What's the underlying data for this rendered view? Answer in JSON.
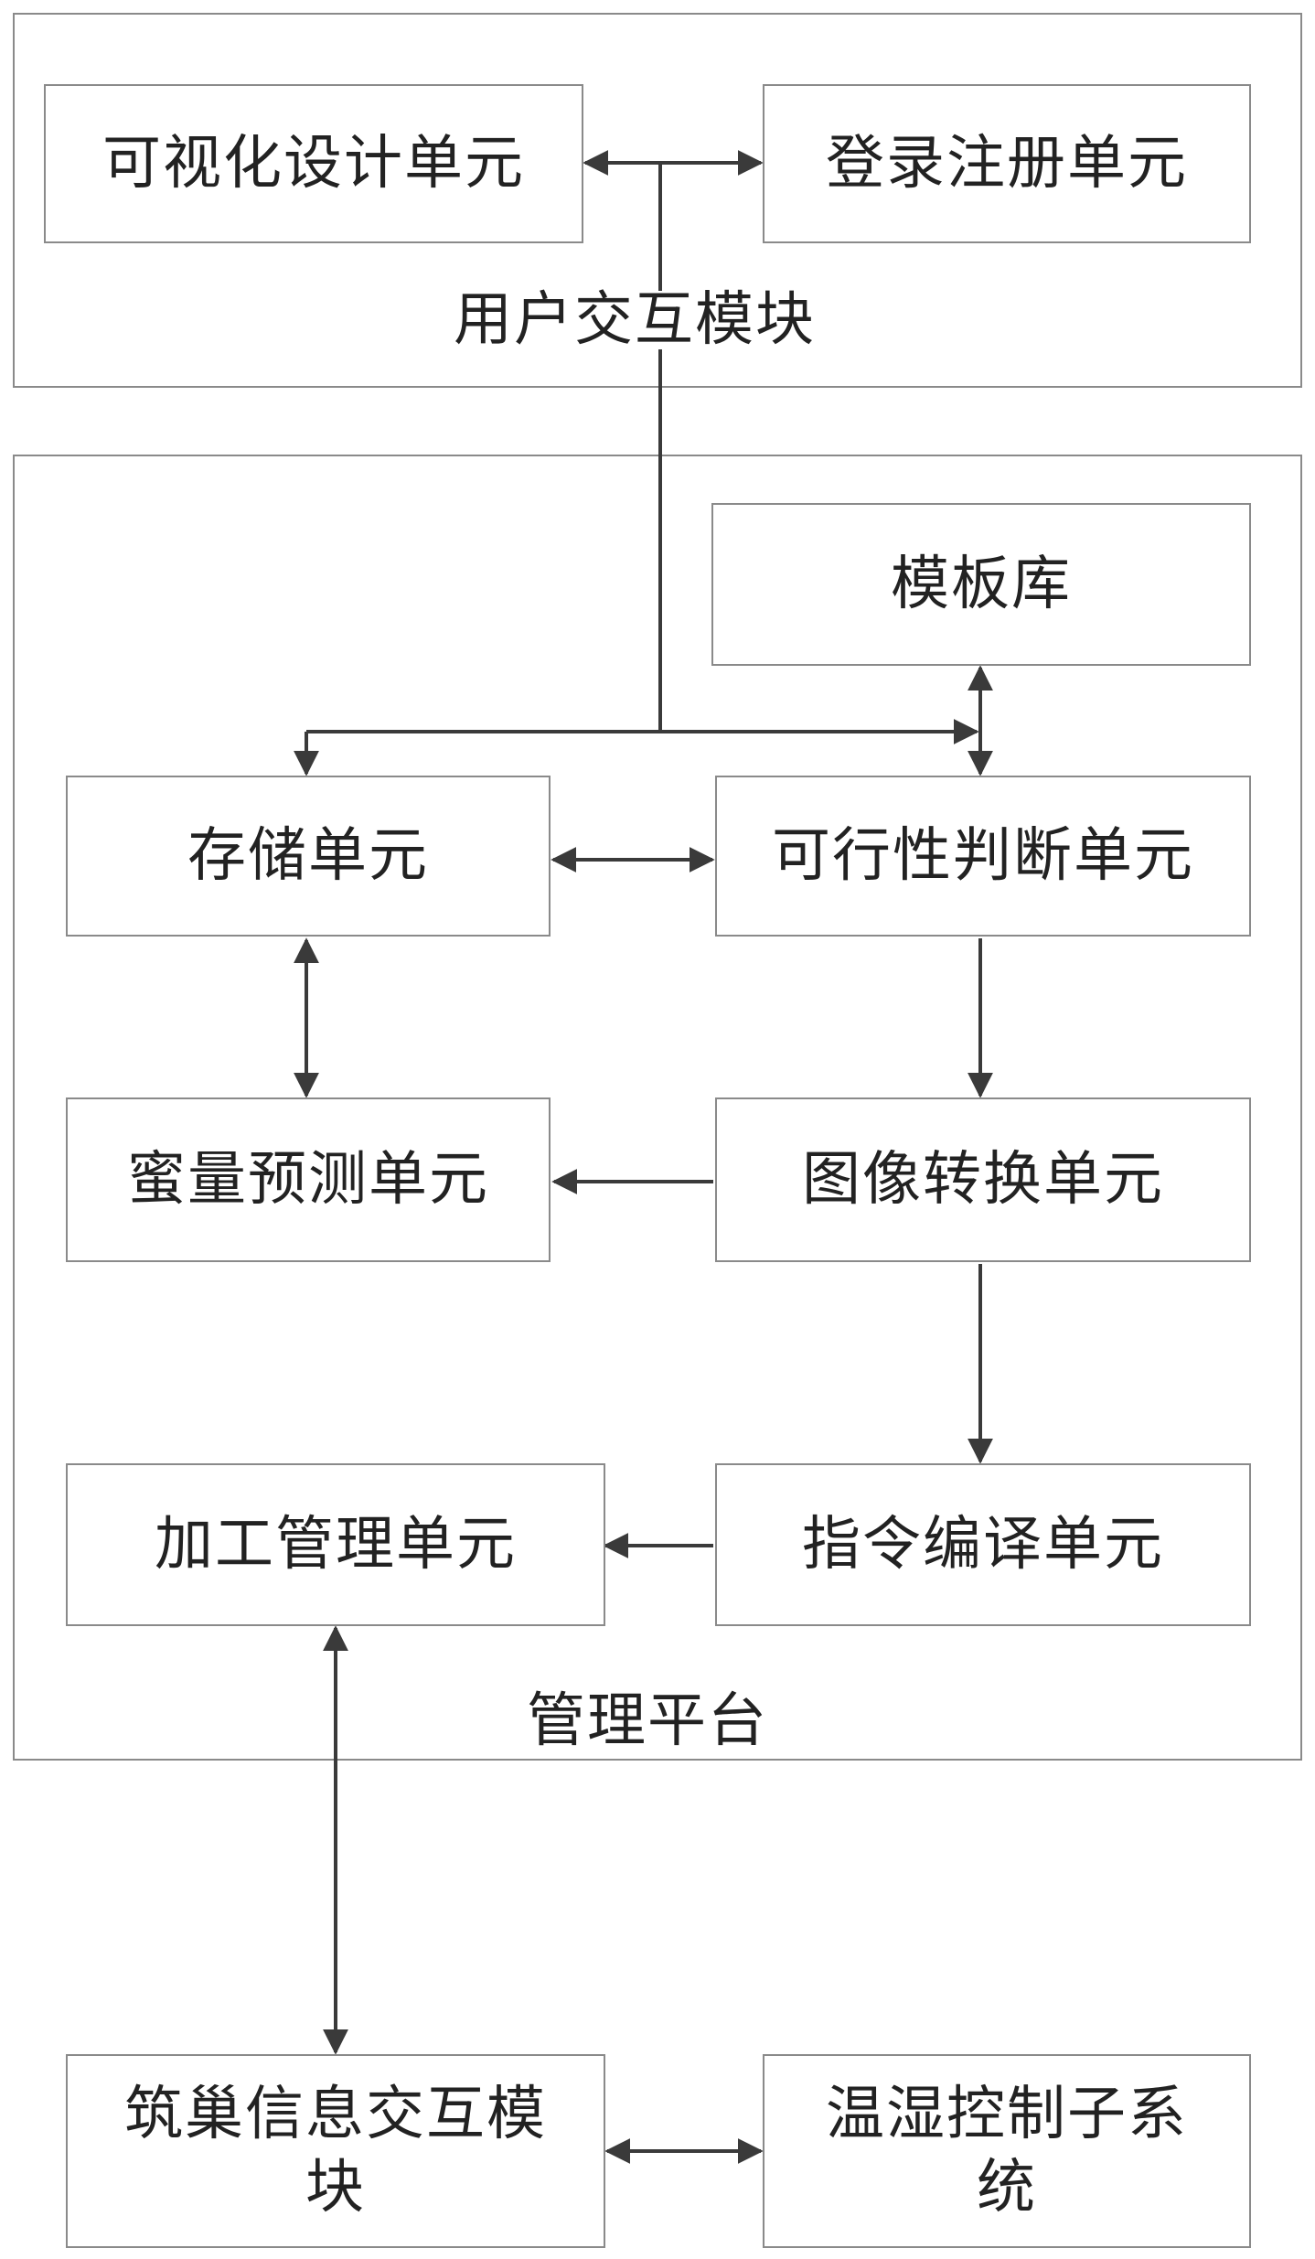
{
  "user_interaction_module": {
    "label": "用户交互模块",
    "units": {
      "visual_design": "可视化设计单元",
      "login_register": "登录注册单元"
    }
  },
  "management_platform": {
    "label": "管理平台",
    "units": {
      "template_library": "模板库",
      "storage": "存储单元",
      "feasibility_judgment": "可行性判断单元",
      "honey_yield_prediction": "蜜量预测单元",
      "image_conversion": "图像转换单元",
      "processing_management": "加工管理单元",
      "instruction_compilation": "指令编译单元"
    }
  },
  "nest_info_interaction_module": "筑巢信息交互模块",
  "temp_humidity_control_subsystem": "温湿控制子系统"
}
